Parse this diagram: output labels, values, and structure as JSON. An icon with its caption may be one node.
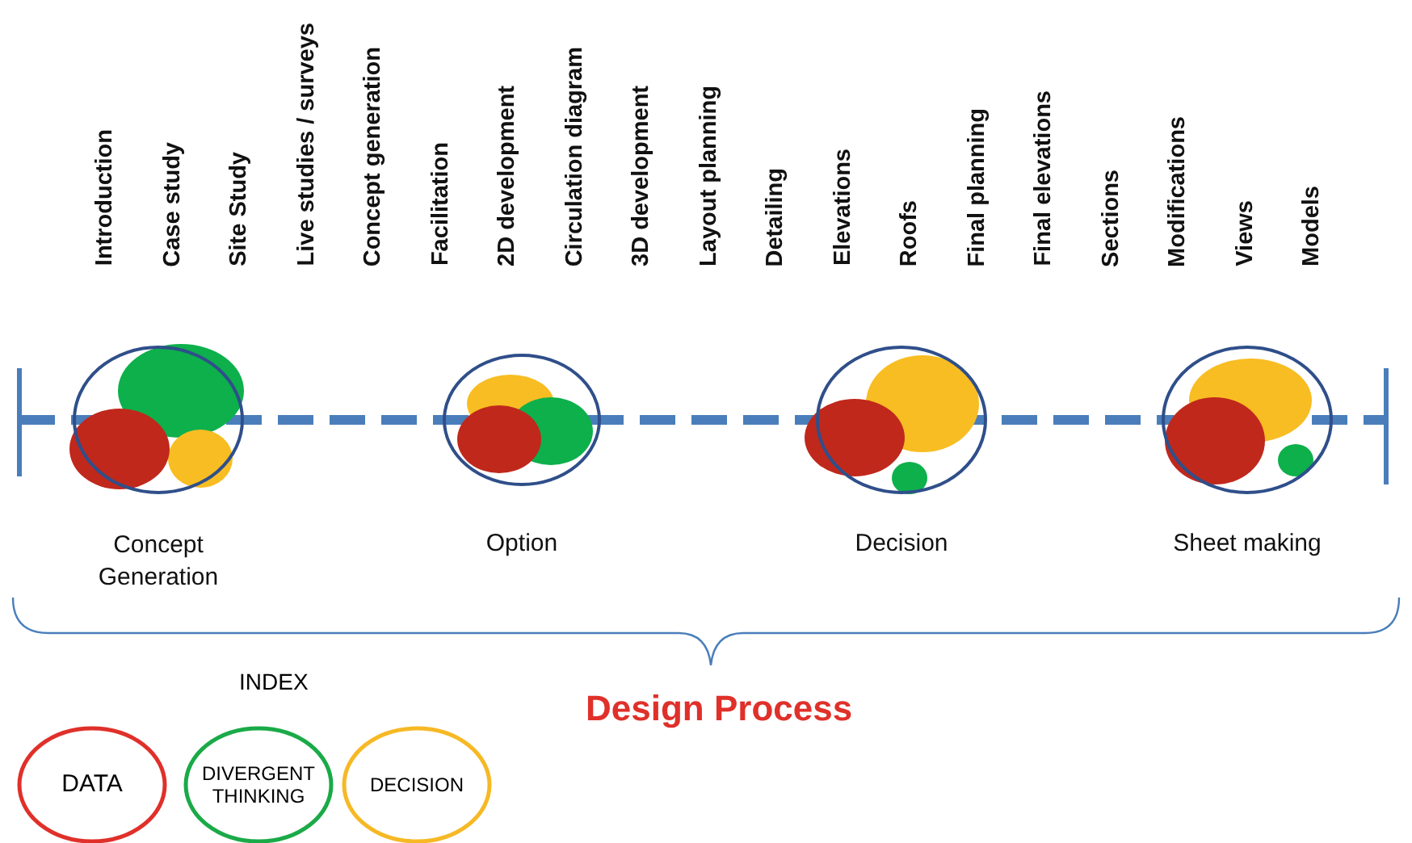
{
  "diagram": {
    "caption": "Design Process",
    "nodes": [
      {
        "text": [
          "Concept Generation"
        ]
      },
      {
        "text": [
          "Option"
        ]
      },
      {
        "text": [
          "Decision"
        ]
      },
      {
        "text": [
          "Sheet making"
        ]
      }
    ],
    "edges": [],
    "labels": [
      "Introduction",
      "Case study",
      "Site Study",
      "Live studies  / surveys",
      "Concept generation",
      "Facilitation",
      "2D development",
      "Circulation diagram",
      "3D development",
      "Layout planning",
      "Detailing",
      "Elevations",
      "Roofs",
      "Final planning",
      "Final elevations",
      "Sections",
      "Modifications",
      "Views",
      "Models",
      "INDEX"
    ],
    "legend": [
      {
        "text": "DATA",
        "color": "#e0302a"
      },
      {
        "text": "DIVERGENT THINKING",
        "color": "#1aaa48"
      },
      {
        "text": "DECISION",
        "color": "#f6b925"
      }
    ]
  }
}
